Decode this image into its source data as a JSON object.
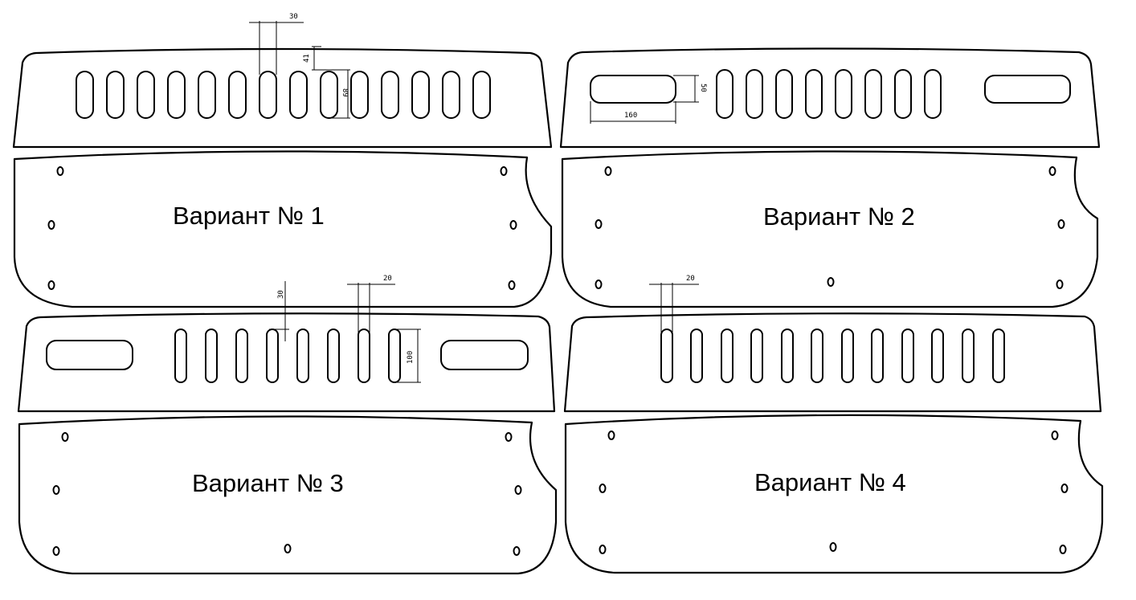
{
  "variants": [
    {
      "label": "Вариант № 1",
      "dims": {
        "slot_width": "30",
        "top_offset": "41",
        "slot_height": "89"
      }
    },
    {
      "label": "Вариант № 2",
      "dims": {
        "slot_height": "50",
        "slot_length": "160"
      }
    },
    {
      "label": "Вариант № 3",
      "dims": {
        "top_offset": "30",
        "slot_width": "20",
        "slot_height": "100"
      }
    },
    {
      "label": "Вариант № 4",
      "dims": {
        "slot_width": "20"
      }
    }
  ]
}
